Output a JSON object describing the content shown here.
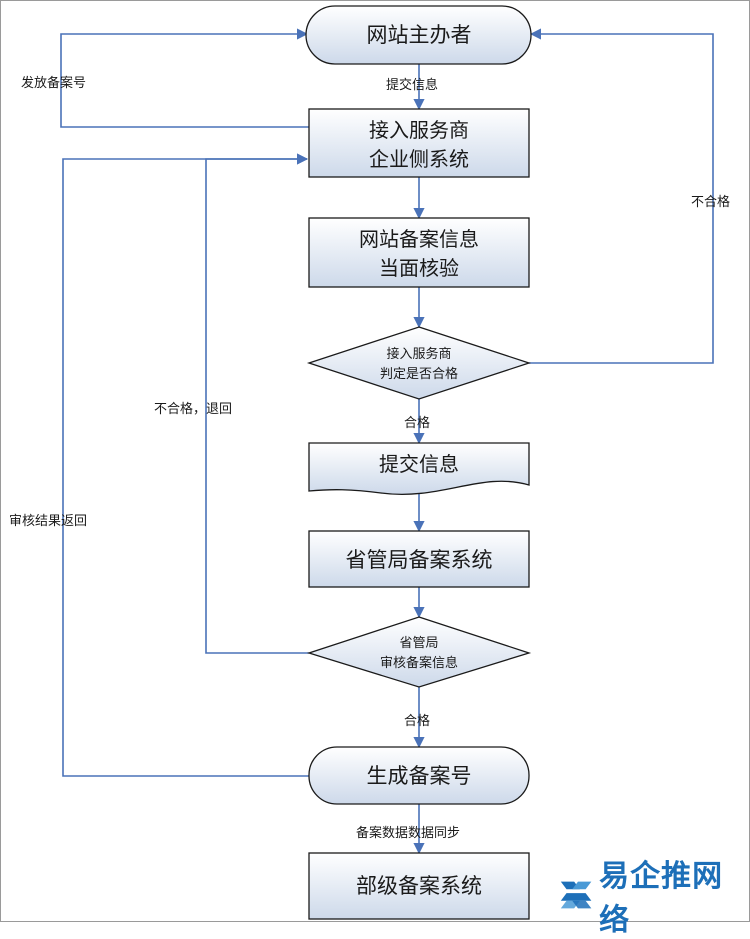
{
  "colors": {
    "node_fill_top": "#ffffff",
    "node_fill_bottom": "#cdd9ea",
    "node_stroke": "#1a1a1a",
    "edge": "#4a72b8",
    "watermark": "#1d6fb8"
  },
  "nodes": {
    "sponsor": "网站主办者",
    "isp_line1": "接入服务商",
    "isp_line2": "企业侧系统",
    "verify_line1": "网站备案信息",
    "verify_line2": "当面核验",
    "isp_judge_line1": "接入服务商",
    "isp_judge_line2": "判定是否合格",
    "submit": "提交信息",
    "provincial_system": "省管局备案系统",
    "provincial_review_line1": "省管局",
    "provincial_review_line2": "审核备案信息",
    "generate": "生成备案号",
    "ministry_system": "部级备案系统"
  },
  "edges": {
    "submit_info": "提交信息",
    "issue_number": "发放备案号",
    "fail_right": "不合格",
    "pass1": "合格",
    "fail_return": "不合格，退回",
    "review_result": "审核结果返回",
    "pass2": "合格",
    "sync": "备案数据数据同步"
  },
  "watermark": {
    "icon": "interlocking-arrows-logo",
    "text": "易企推网络"
  }
}
